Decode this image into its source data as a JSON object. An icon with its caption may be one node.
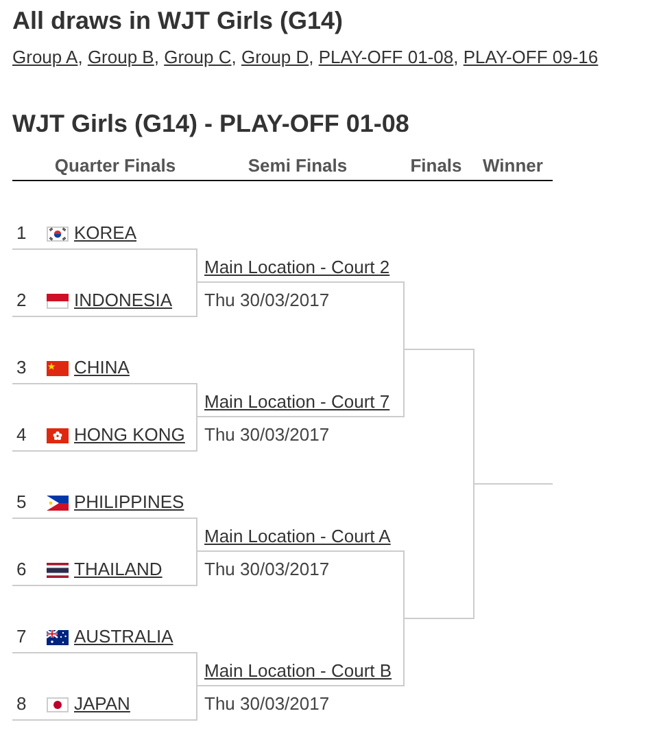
{
  "diagram": {
    "title": "All draws in WJT Girls (G14)",
    "nodes": [
      {
        "text": [
          "1",
          "KOREA"
        ]
      },
      {
        "text": [
          "2",
          "INDONESIA"
        ]
      },
      {
        "text": [
          "3",
          "CHINA"
        ]
      },
      {
        "text": [
          "4",
          "HONG KONG"
        ]
      },
      {
        "text": [
          "5",
          "PHILIPPINES"
        ]
      },
      {
        "text": [
          "6",
          "THAILAND"
        ]
      },
      {
        "text": [
          "7",
          "AUSTRALIA"
        ]
      },
      {
        "text": [
          "8",
          "JAPAN"
        ]
      },
      {
        "text": [
          "Main Location - Court 2",
          "Thu 30/03/2017"
        ]
      },
      {
        "text": [
          "Main Location - Court 7",
          "Thu 30/03/2017"
        ]
      },
      {
        "text": [
          "Main Location - Court A",
          "Thu 30/03/2017"
        ]
      },
      {
        "text": [
          "Main Location - Court B",
          "Thu 30/03/2017"
        ]
      },
      {
        "text": [],
        "shape": "line"
      },
      {
        "text": [],
        "shape": "line"
      },
      {
        "text": [],
        "shape": "line"
      }
    ],
    "edges": [
      {
        "from": 0,
        "to": 8,
        "arrow": "none"
      },
      {
        "from": 1,
        "to": 8,
        "arrow": "none"
      },
      {
        "from": 2,
        "to": 9,
        "arrow": "none"
      },
      {
        "from": 3,
        "to": 9,
        "arrow": "none"
      },
      {
        "from": 4,
        "to": 10,
        "arrow": "none"
      },
      {
        "from": 5,
        "to": 10,
        "arrow": "none"
      },
      {
        "from": 6,
        "to": 11,
        "arrow": "none"
      },
      {
        "from": 7,
        "to": 11,
        "arrow": "none"
      },
      {
        "from": 8,
        "to": 12,
        "arrow": "none"
      },
      {
        "from": 9,
        "to": 12,
        "arrow": "none"
      },
      {
        "from": 10,
        "to": 13,
        "arrow": "none"
      },
      {
        "from": 11,
        "to": 13,
        "arrow": "none"
      },
      {
        "from": 12,
        "to": 14,
        "arrow": "none"
      },
      {
        "from": 13,
        "to": 14,
        "arrow": "none"
      }
    ],
    "labels": [
      "Group A, Group B, Group C, Group D, PLAY-OFF 01-08, PLAY-OFF 09-16",
      "WJT Girls (G14) - PLAY-OFF 01-08",
      "Quarter Finals",
      "Semi Finals",
      "Finals",
      "Winner"
    ]
  }
}
